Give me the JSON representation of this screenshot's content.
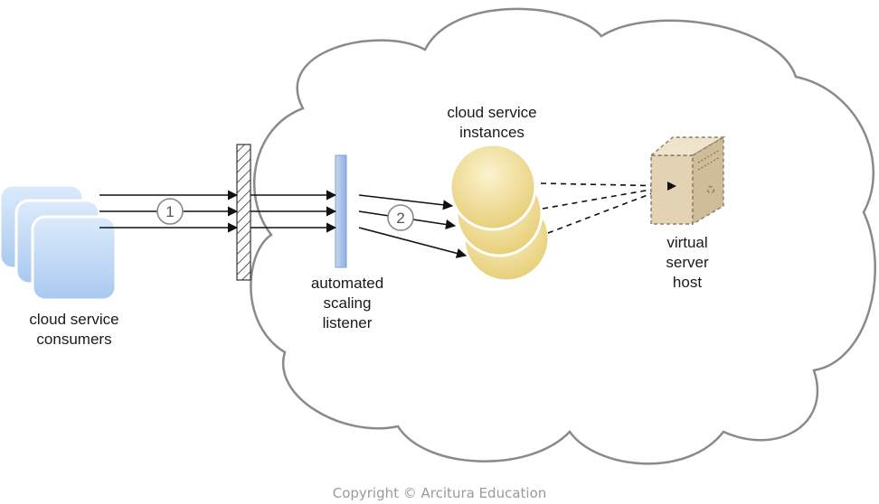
{
  "labels": {
    "consumers": [
      "cloud service",
      "consumers"
    ],
    "listener": [
      "automated",
      "scaling",
      "listener"
    ],
    "instances": [
      "cloud service",
      "instances"
    ],
    "server": [
      "virtual",
      "server",
      "host"
    ]
  },
  "steps": [
    "1",
    "2"
  ],
  "copyright": "Copyright © Arcitura Education",
  "colors": {
    "cloud_outline": "#8a8a8a",
    "consumer_fill": "#b8d4f4",
    "listener_fill": "#a9c3ea",
    "instance_fill": "#f1e09a",
    "server_fill": "#e2d3b5",
    "arrow": "#111111"
  }
}
